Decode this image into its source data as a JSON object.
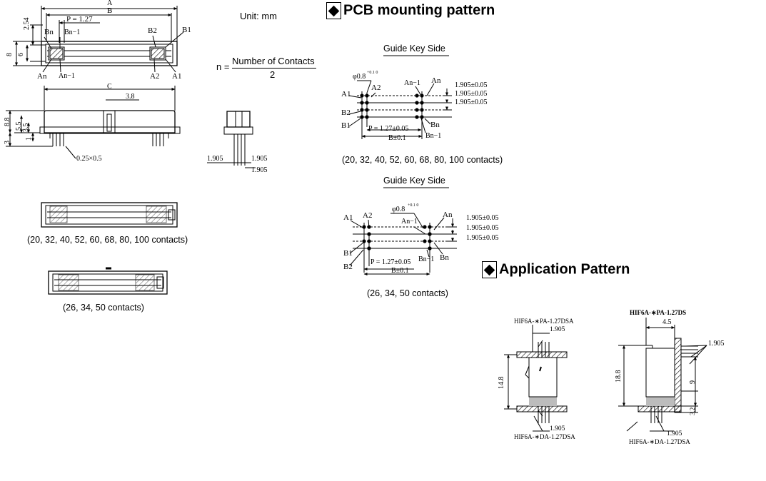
{
  "header": {
    "unit": "Unit: mm",
    "pcb_title": "PCB mounting pattern",
    "app_title": "Application Pattern"
  },
  "formula": {
    "lhs": "n =",
    "numerator": "Number of Contacts",
    "denominator": "2"
  },
  "top_view": {
    "dim_a": "A",
    "dim_b": "B",
    "pitch": "P = 1.27",
    "bn": "Bn",
    "bn1": "Bn−1",
    "b2": "B2",
    "b1": "B1",
    "an": "An",
    "an1": "An−1",
    "a2": "A2",
    "a1": "A1",
    "h254": "2.54",
    "h8": "8",
    "h6": "6"
  },
  "side_view": {
    "dim_c": "C",
    "d38": "3.8",
    "d88": "8.8",
    "d55": "5.5",
    "d35": "3.5",
    "d1": "1",
    "d3": "3",
    "pin": "0.25×0.5"
  },
  "end_view": {
    "d1": "1.905",
    "d2": "1.905",
    "d3": "1.905"
  },
  "outlines": {
    "caption1": "(20, 32, 40, 52, 60, 68, 80, 100 contacts)",
    "caption2": "(26, 34, 50 contacts)"
  },
  "pcb1": {
    "guide": "Guide Key Side",
    "hole": "φ0.8",
    "hole_tol": "+0.1 0",
    "a1": "A1",
    "a2": "A2",
    "an1": "An−1",
    "an": "An",
    "b2": "B2",
    "b1": "B1",
    "bn": "Bn",
    "bn1": "Bn−1",
    "d1": "1.905±0.05",
    "d2": "1.905±0.05",
    "d3": "1.905±0.05",
    "pitch": "P = 1.27±0.05",
    "b_tol": "B±0.1",
    "caption": "(20, 32, 40, 52, 60, 68, 80, 100 contacts)"
  },
  "pcb2": {
    "guide": "Guide Key Side",
    "hole": "φ0.8",
    "hole_tol": "+0.1 0",
    "a1": "A1",
    "a2": "A2",
    "an1": "An−1",
    "an": "An",
    "b1": "B1",
    "b2": "B2",
    "bn1": "Bn−1",
    "bn": "Bn",
    "d1": "1.905±0.05",
    "d2": "1.905±0.05",
    "d3": "1.905±0.05",
    "pitch": "P = 1.27±0.05",
    "b_tol": "B±0.1",
    "caption": "(26, 34, 50 contacts)"
  },
  "app1": {
    "top_part": "HIF6A-∗PA-1.27DSA",
    "bottom_part": "HIF6A-∗DA-1.27DSA",
    "pitch_top": "1.905",
    "pitch_bottom": "1.905",
    "height": "14.8"
  },
  "app2": {
    "top_part": "HIF6A-∗PA-1.27DS",
    "bottom_part": "HIF6A-∗DA-1.27DSA",
    "d45": "4.5",
    "pitch_side": "1.905",
    "pitch_bottom": "1.905",
    "height": "18.8",
    "d9": "9",
    "d32": "3.2"
  },
  "icons": {
    "heading_marker": "diamond-bullet-icon"
  }
}
